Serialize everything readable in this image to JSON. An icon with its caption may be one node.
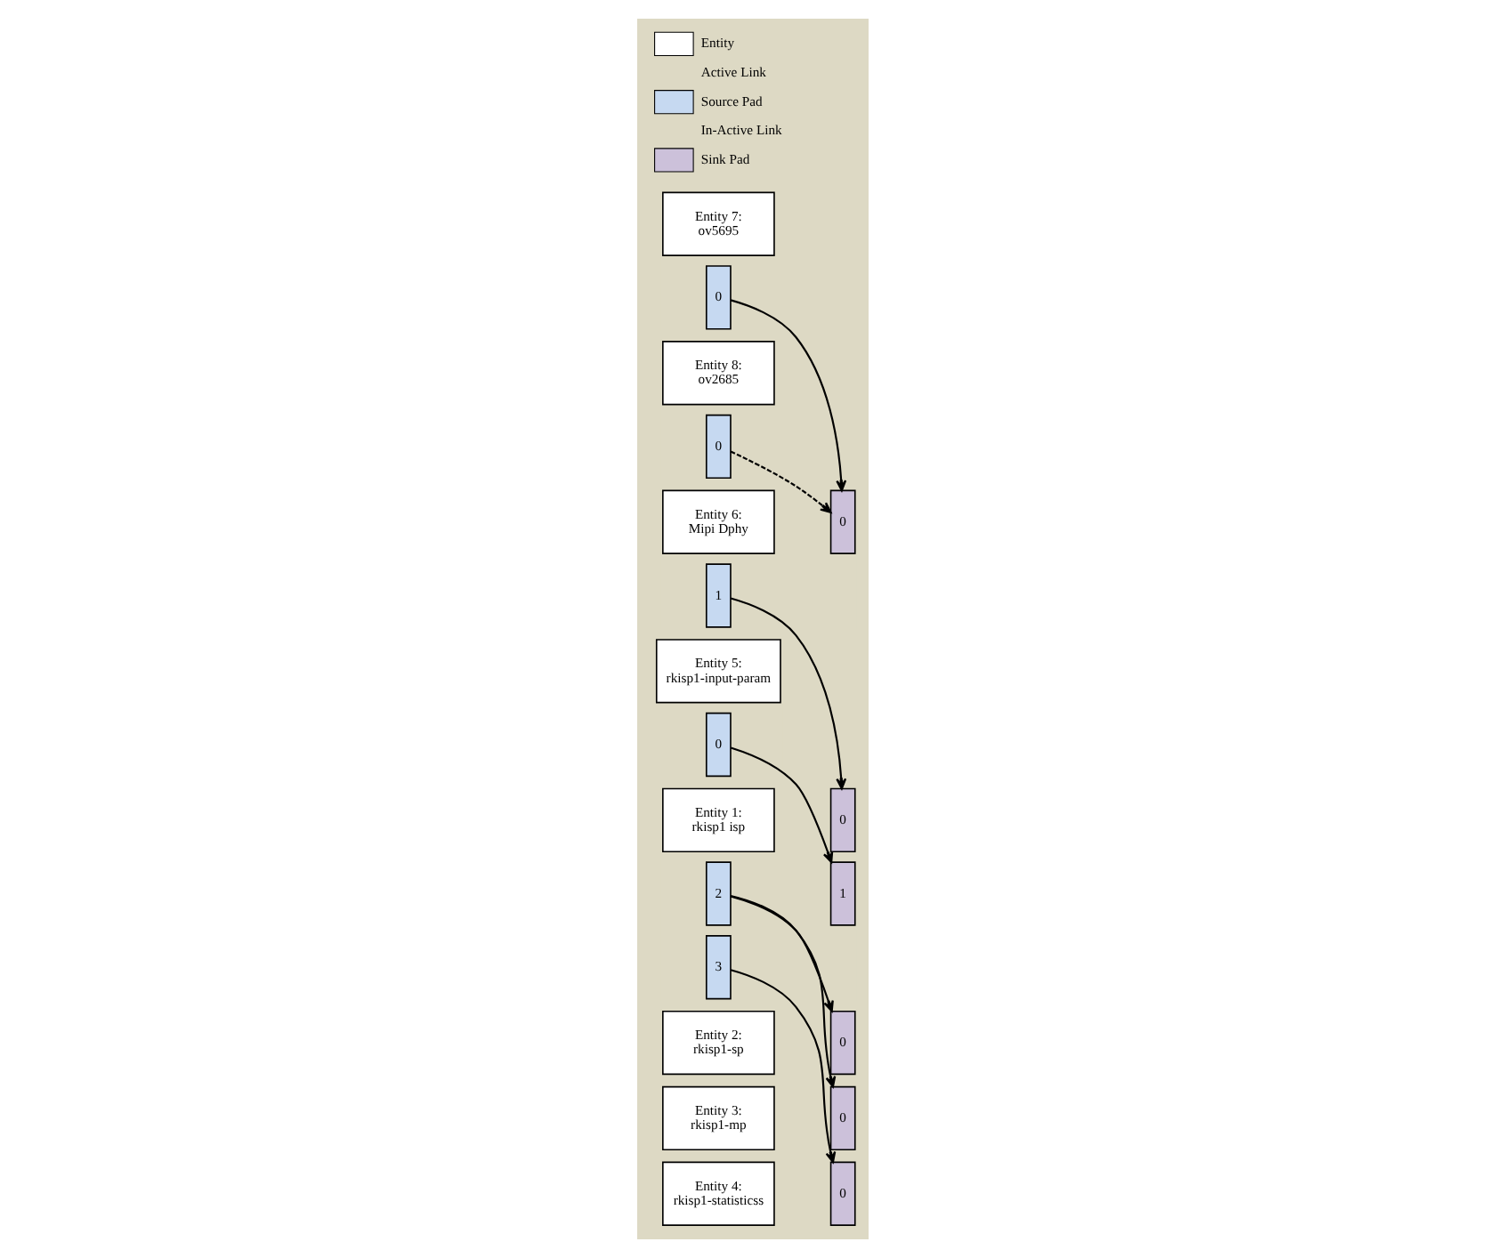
{
  "diagram": {
    "nodes": [
      {
        "text": [
          "Entity 7:",
          "ov5695"
        ]
      },
      {
        "text": [
          "0"
        ]
      },
      {
        "text": [
          "Entity 5:",
          "rkisp1-input-param"
        ]
      },
      {
        "text": [
          "0"
        ]
      },
      {
        "text": [
          "0"
        ]
      },
      {
        "text": [
          "Entity 2:",
          "rkisp1-sp"
        ]
      },
      {
        "text": [
          "0"
        ]
      },
      {
        "text": [
          "Entity 6:",
          "Mipi Dphy"
        ]
      },
      {
        "text": [
          "1"
        ]
      },
      {
        "text": [
          "1"
        ]
      },
      {
        "text": [
          "0"
        ]
      },
      {
        "text": [
          "Entity 1:",
          "rkisp1 isp"
        ]
      },
      {
        "text": [
          "2"
        ]
      },
      {
        "text": [
          "3"
        ]
      },
      {
        "text": [
          "0"
        ]
      },
      {
        "text": [
          "Entity 3:",
          "rkisp1-mp"
        ]
      },
      {
        "text": [
          "Entity 8:",
          "ov2685"
        ]
      },
      {
        "text": [
          "0"
        ]
      },
      {
        "text": [
          "0"
        ]
      },
      {
        "text": [
          "Entity 4:",
          "rkisp1-statisticss"
        ]
      }
    ],
    "edges": [
      {
        "from": 1,
        "to": 6,
        "arrow": "to"
      },
      {
        "from": 3,
        "to": 9,
        "arrow": "to"
      },
      {
        "from": 8,
        "to": 10,
        "arrow": "to"
      },
      {
        "from": 12,
        "to": 4,
        "arrow": "to"
      },
      {
        "from": 12,
        "to": 14,
        "arrow": "to"
      },
      {
        "from": 13,
        "to": 18,
        "arrow": "to"
      },
      {
        "from": 17,
        "to": 6,
        "arrow": "to",
        "style": "dashed"
      }
    ],
    "legend": [
      {
        "text": "Entity",
        "color": "#ffffff"
      },
      {
        "text": "Active Link"
      },
      {
        "text": "Source Pad",
        "color": "#c6d9f1"
      },
      {
        "text": "In-Active Link"
      },
      {
        "text": "Sink Pad",
        "color": "#ccc1da"
      }
    ]
  }
}
